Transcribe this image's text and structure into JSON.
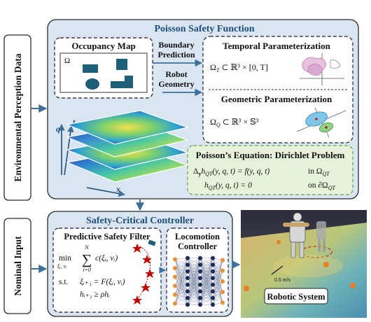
{
  "side_labels": {
    "environmental": "Environmental Perception Data",
    "nominal": "Nominal Input"
  },
  "psf": {
    "title": "Poisson Safety Function",
    "occupancy_title": "Occupancy Map",
    "occupancy_omega": "Ω",
    "boundary_prediction_1": "Boundary",
    "boundary_prediction_2": "Prediction",
    "robot_geometry_1": "Robot",
    "robot_geometry_2": "Geometry",
    "temporal_title": "Temporal Parameterization",
    "temporal_lhs": "Ω",
    "temporal_sub": "T",
    "temporal_rhs": " ⊂ ℝ³ × [0, T]",
    "geometric_title": "Geometric Parameterization",
    "geometric_lhs": "Ω",
    "geometric_sub": "Q",
    "geometric_rhs": " ⊂ ℝ³ × 𝕊³",
    "axis_q": "q",
    "axis_t": "t",
    "axis_x": "x",
    "poisson_title": "Poisson’s Equation: Dirichlet Problem",
    "eq1_lhs": "Δ",
    "eq1_sub_y": "y",
    "eq1_mid": "h",
    "eq1_sub_qt": "QT",
    "eq1_args": "(y, q, t) = f(y, q, t)",
    "eq1_domain": "in  Ω",
    "eq1_domain_sub": "QT",
    "eq2_lhs": "h",
    "eq2_sub": "QT",
    "eq2_args": "(y, q, t) = 0",
    "eq2_domain": "on ∂Ω",
    "eq2_domain_sub": "QT"
  },
  "scc": {
    "title": "Safety-Critical Controller",
    "filter_title": "Predictive Safety Filter",
    "min_label": "min",
    "min_sub": "ξᵢ, vᵢ",
    "sum_top": "N",
    "sum_bottom": "i=0",
    "cost": "c(ξᵢ, vᵢ)",
    "st_label": "s.t.",
    "constraint1": "ξᵢ₊₁ = F(ξᵢ, vᵢ)",
    "constraint2": "hᵢ₊₁ ≥ ρhᵢ",
    "loco_title_1": "Locomotion",
    "loco_title_2": "Controller"
  },
  "robotic": {
    "label": "Robotic System",
    "speed_label": "0.5 m/s"
  },
  "colors": {
    "panel_fill": "#dae5f2",
    "panel_stroke": "#2b2b2b",
    "arrow": "#3e6e9a",
    "title_blue": "#1f4e79",
    "poisson_fill": "#e6f2da",
    "poisson_stroke": "#6aa84f",
    "occupancy_shape": "#1f5f7a",
    "star_red": "#c00000",
    "nn_orange": "#e69138",
    "nn_navy": "#1c2a5a"
  }
}
